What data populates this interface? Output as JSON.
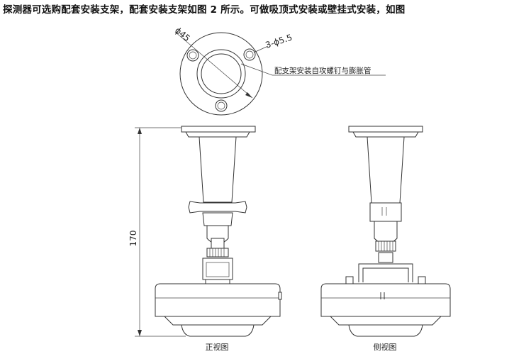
{
  "heading": "探测器可选购配套安装支架，配套安装支架如图 2 所示。可做吸顶式安装或壁挂式安装，如图",
  "diagram": {
    "top_view": {
      "diameter_label": "ϕ45",
      "holes_label": "3-ϕ5.5",
      "screw_note": "配支架安装自攻螺钉与膨胀管"
    },
    "height_label": "170",
    "front_view_caption": "正视图",
    "side_view_caption": "侧视图"
  }
}
